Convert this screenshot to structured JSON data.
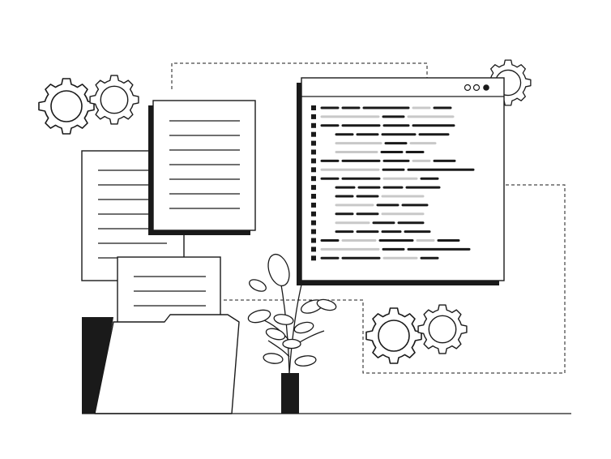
{
  "illustration": {
    "colors": {
      "ink": "#1a1a1a",
      "muted": "#c8c8c8",
      "paper": "#ffffff"
    },
    "icons": [
      "gear-icon",
      "document-icon",
      "folder-icon",
      "plant-icon",
      "code-window-icon"
    ],
    "window_controls": [
      "circle",
      "circle",
      "dot"
    ]
  }
}
